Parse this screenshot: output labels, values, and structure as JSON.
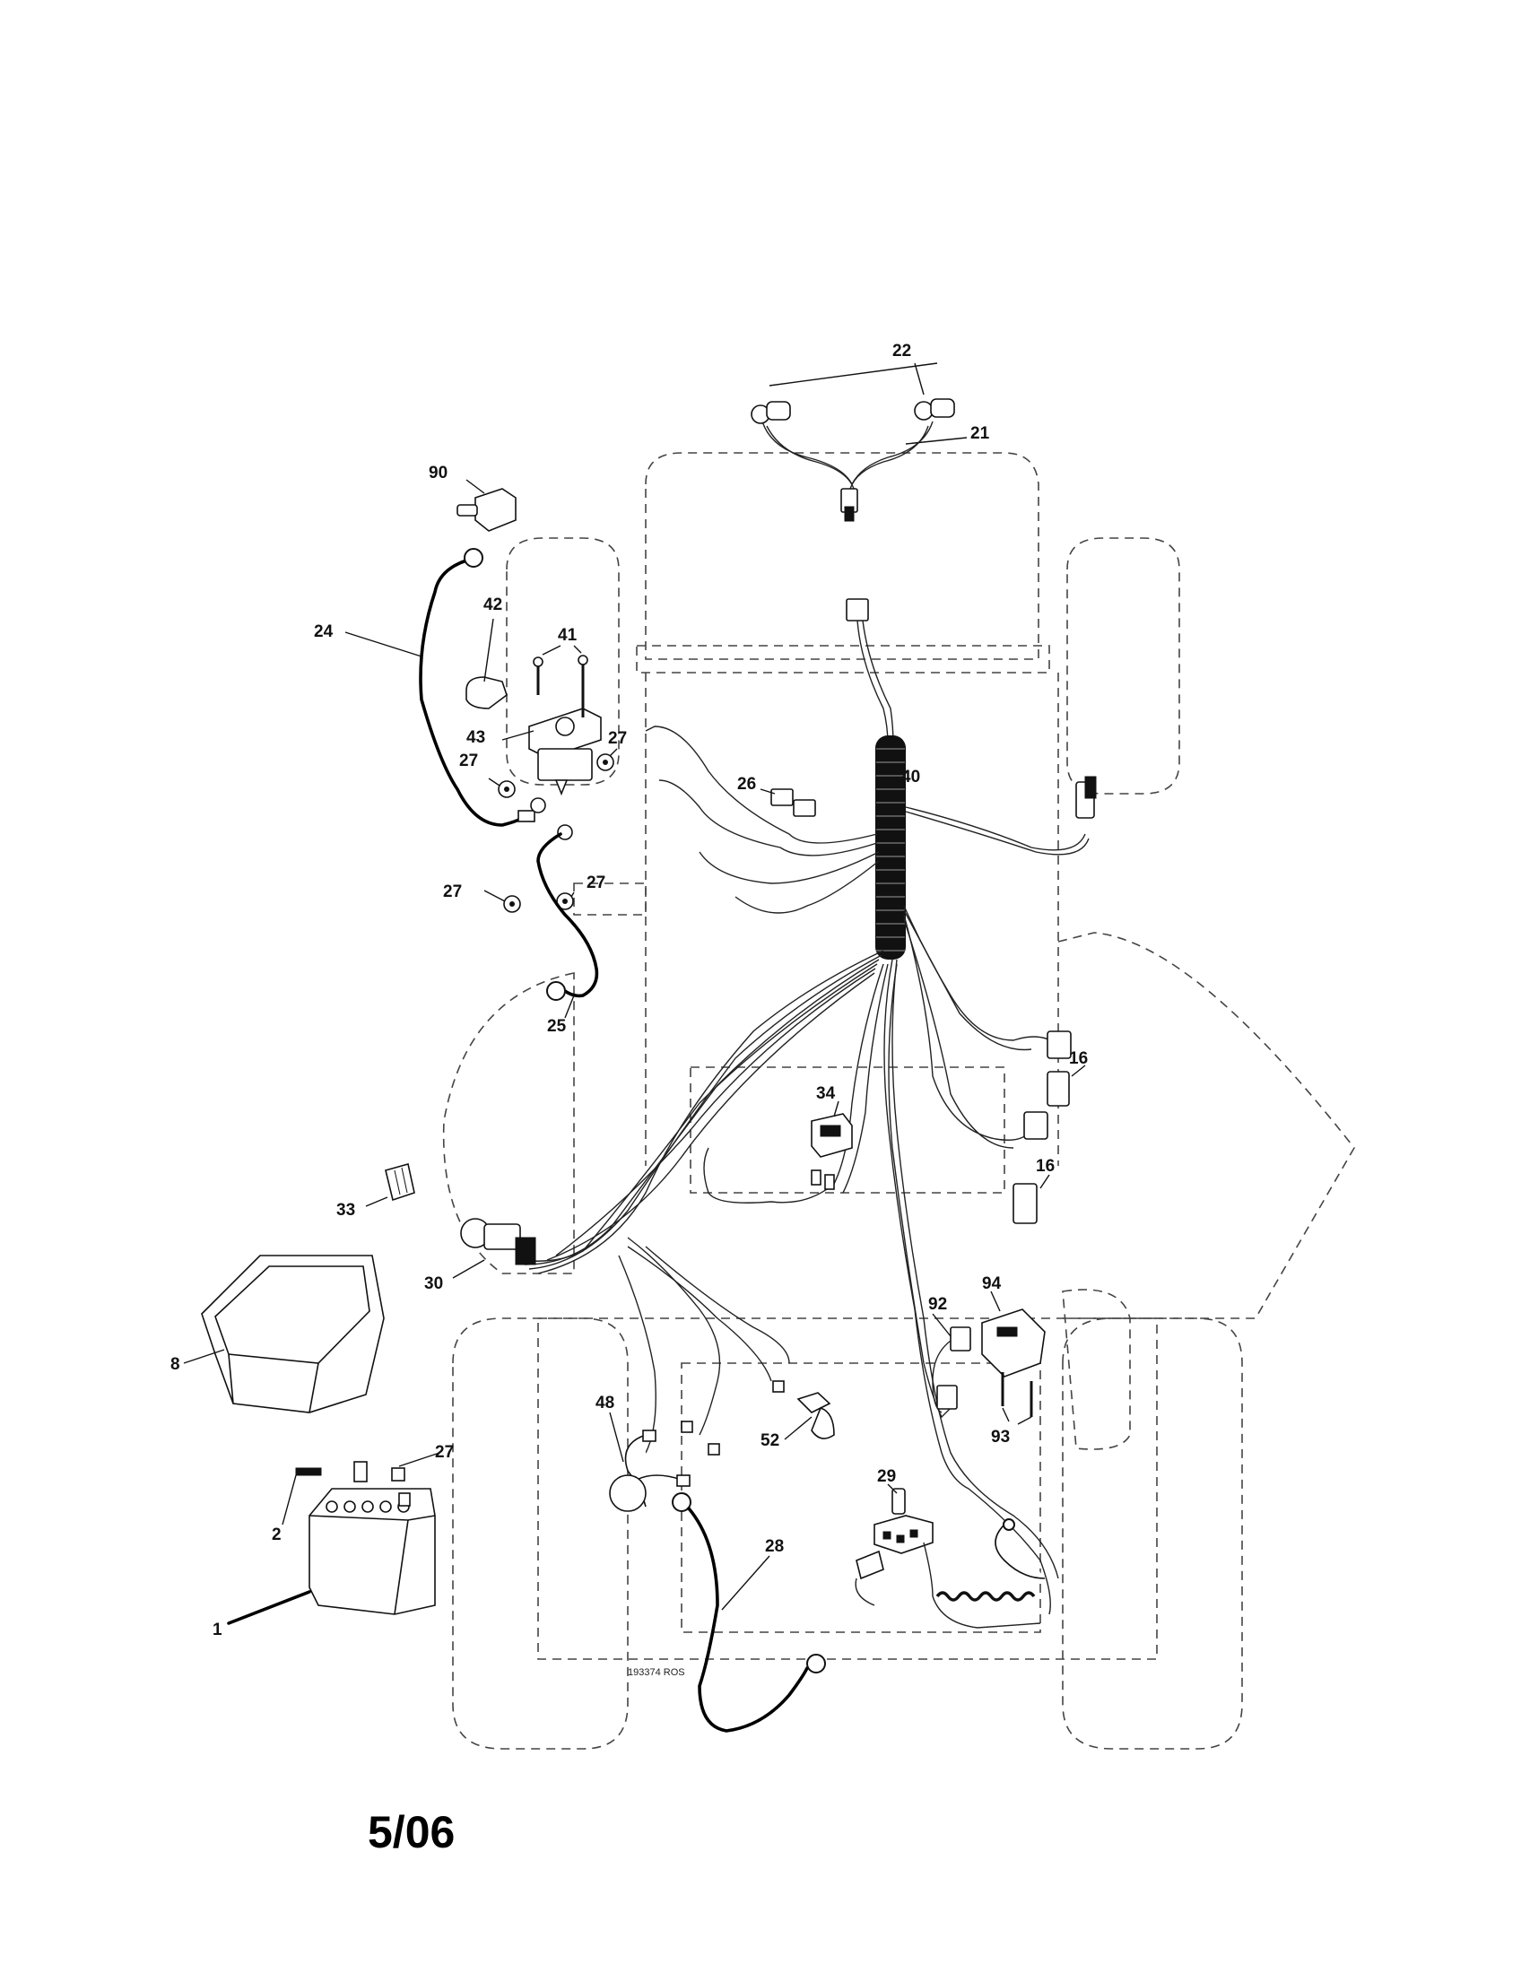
{
  "diagram": {
    "drawing_code": "193374 ROS",
    "date_code": "5/06",
    "callouts": [
      "22",
      "21",
      "90",
      "42",
      "41",
      "24",
      "43",
      "27",
      "27",
      "27",
      "27",
      "26",
      "40",
      "25",
      "16",
      "34",
      "16",
      "33",
      "30",
      "8",
      "92",
      "94",
      "48",
      "52",
      "93",
      "27",
      "29",
      "2",
      "28",
      "1"
    ]
  }
}
